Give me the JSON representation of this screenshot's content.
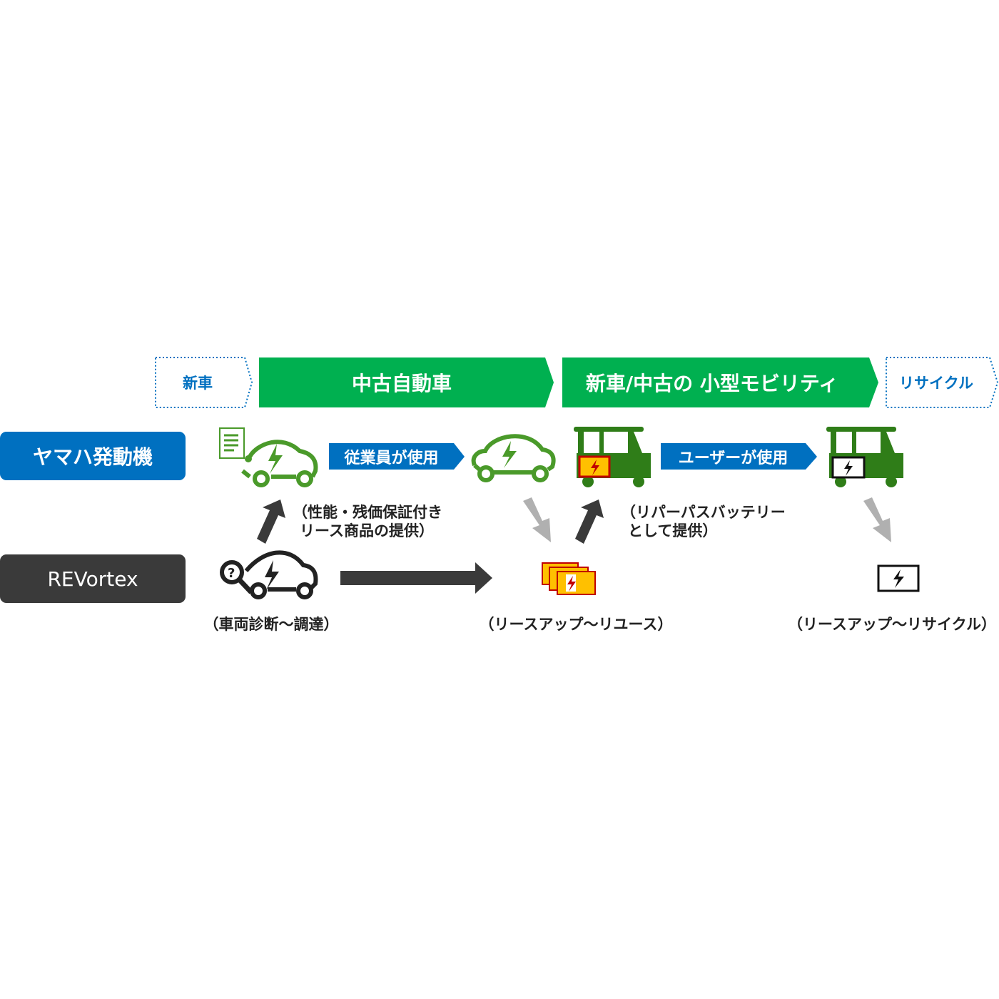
{
  "stages": [
    {
      "label": "新車",
      "style": "dotted"
    },
    {
      "label": "中古自動車",
      "style": "filled"
    },
    {
      "label": "新車/中古の 小型モビリティ",
      "style": "filled"
    },
    {
      "label": "リサイクル",
      "style": "dotted"
    }
  ],
  "rows": {
    "yamaha": "ヤマハ発動機",
    "revortex": "REVortex"
  },
  "flows": {
    "employee_use": "従業員が使用",
    "user_use": "ユーザーが使用"
  },
  "captions": {
    "lease_line1": "（性能・残価保証付き",
    "lease_line2": "リース商品の提供）",
    "repurpose_line1": "（リパーパスバッテリー",
    "repurpose_line2": "として提供）",
    "diagnosis": "（車両診断～調達）",
    "reuse": "（リースアップ～リユース）",
    "recycle": "（リースアップ～リサイクル）"
  },
  "colors": {
    "green_band": "#00b050",
    "icon_green": "#4a9a2a",
    "cart_green": "#2f7d18",
    "blue": "#0070c0",
    "dark": "#3a3a3a",
    "gray_arrow": "#b0b0b0",
    "battery_yellow": "#ffc000",
    "battery_red": "#c00000"
  }
}
